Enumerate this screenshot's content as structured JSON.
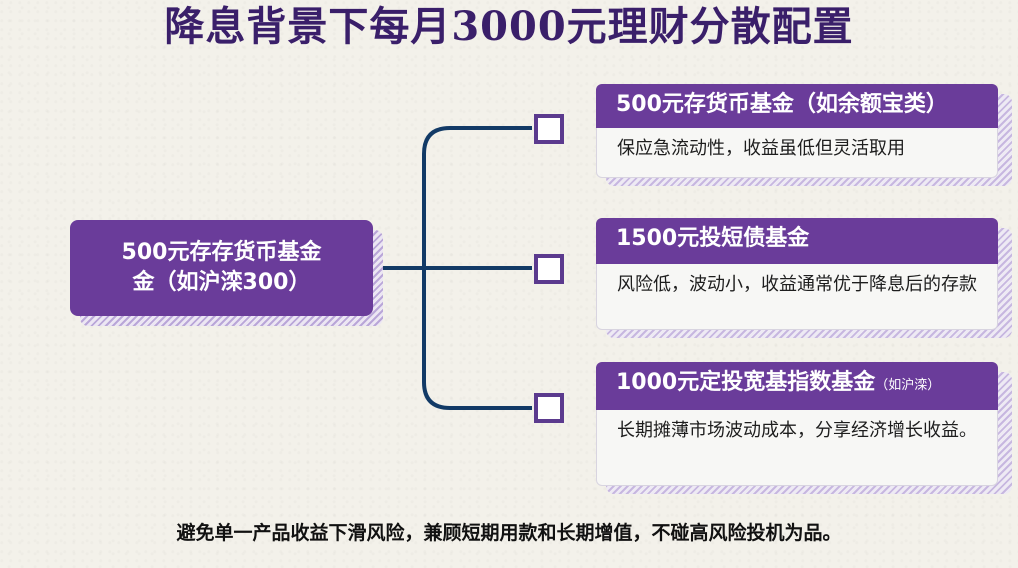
{
  "title": "降息背景下每月3000元理财分散配置",
  "root": {
    "line1": "500元存存货币基金",
    "line2": "金（如沪滦300）"
  },
  "options": [
    {
      "heading": "500元存货币基金（如余额宝类）",
      "heading_note": "",
      "body": "保应急流动性，收益虽低但灵活取用"
    },
    {
      "heading": "1500元投短债基金",
      "heading_note": "",
      "body": "风险低，波动小，收益通常优于降息后的存款"
    },
    {
      "heading": "1000元定投宽基指数基金",
      "heading_note": "（如沪滦）",
      "body": "长期摊薄市场波动成本，分享经济增长收益。"
    }
  ],
  "footer": "避免单一产品收益下滑风险，兼顾短期用款和长期增值，不碰高风险投机为品。",
  "colors": {
    "accent": "#6a3c9a",
    "connector": "#123a66",
    "checkbox_border": "#5b3a8e",
    "title": "#3a1f6a"
  }
}
